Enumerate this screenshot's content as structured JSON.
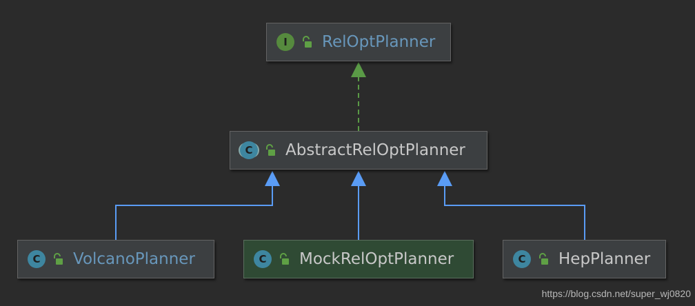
{
  "diagram": {
    "nodes": {
      "relopt": {
        "label": "RelOptPlanner",
        "kind": "interface",
        "kind_glyph": "I"
      },
      "abstract": {
        "label": "AbstractRelOptPlanner",
        "kind": "abstract-class",
        "kind_glyph": "C"
      },
      "volcano": {
        "label": "VolcanoPlanner",
        "kind": "class",
        "kind_glyph": "C"
      },
      "mock": {
        "label": "MockRelOptPlanner",
        "kind": "class",
        "kind_glyph": "C",
        "selected": true
      },
      "hep": {
        "label": "HepPlanner",
        "kind": "class",
        "kind_glyph": "C"
      }
    },
    "edges": [
      {
        "from": "abstract",
        "to": "relopt",
        "type": "implements",
        "style": "dashed",
        "color": "#5a9a46"
      },
      {
        "from": "volcano",
        "to": "abstract",
        "type": "extends",
        "style": "solid",
        "color": "#5a9cf5"
      },
      {
        "from": "mock",
        "to": "abstract",
        "type": "extends",
        "style": "solid",
        "color": "#5a9cf5"
      },
      {
        "from": "hep",
        "to": "abstract",
        "type": "extends",
        "style": "solid",
        "color": "#5a9cf5"
      }
    ]
  },
  "colors": {
    "background": "#2b2b2b",
    "node_fill": "#3c3f41",
    "selected_fill": "#2f4a34",
    "interface_badge": "#568a3e",
    "class_badge": "#3e86a0",
    "blue_label": "#6897bb",
    "gray_label": "#c8c8c8",
    "extends_arrow": "#5a9cf5",
    "implements_arrow": "#5a9a46"
  },
  "watermark": "https://blog.csdn.net/super_wj0820"
}
